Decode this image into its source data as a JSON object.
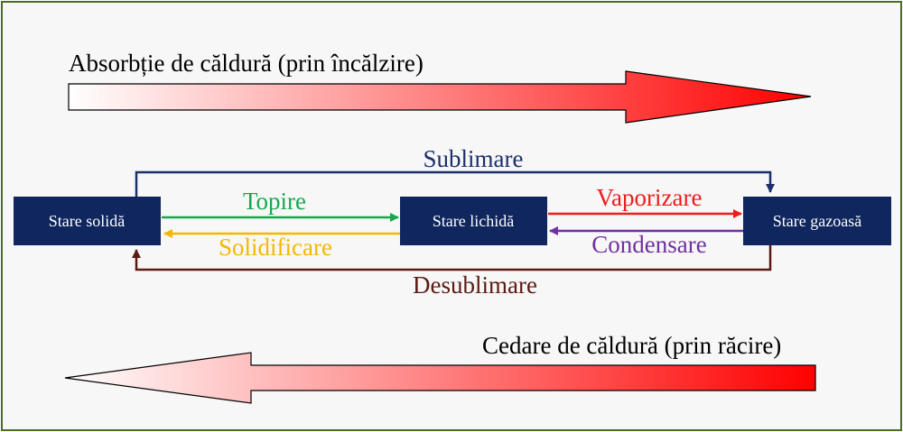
{
  "heat_absorption": {
    "label": "Absorbție de căldură (prin încălzire)",
    "gradient": [
      "#ffffff",
      "#ff0000"
    ]
  },
  "heat_release": {
    "label": "Cedare de căldură (prin răcire)",
    "gradient": [
      "#ffffff",
      "#ff0000"
    ]
  },
  "states": {
    "solid": "Stare solidă",
    "liquid": "Stare lichidă",
    "gas": "Stare gazoasă",
    "box_color": "#10265e"
  },
  "processes": {
    "sublimation": {
      "label": "Sublimare",
      "color": "#1b2f6b"
    },
    "melting": {
      "label": "Topire",
      "color": "#16a84e"
    },
    "solidification": {
      "label": "Solidificare",
      "color": "#f5b800"
    },
    "vaporization": {
      "label": "Vaporizare",
      "color": "#ee1c1c"
    },
    "condensation": {
      "label": "Condensare",
      "color": "#7030a0"
    },
    "desublimation": {
      "label": "Desublimare",
      "color": "#5b1a12"
    }
  }
}
